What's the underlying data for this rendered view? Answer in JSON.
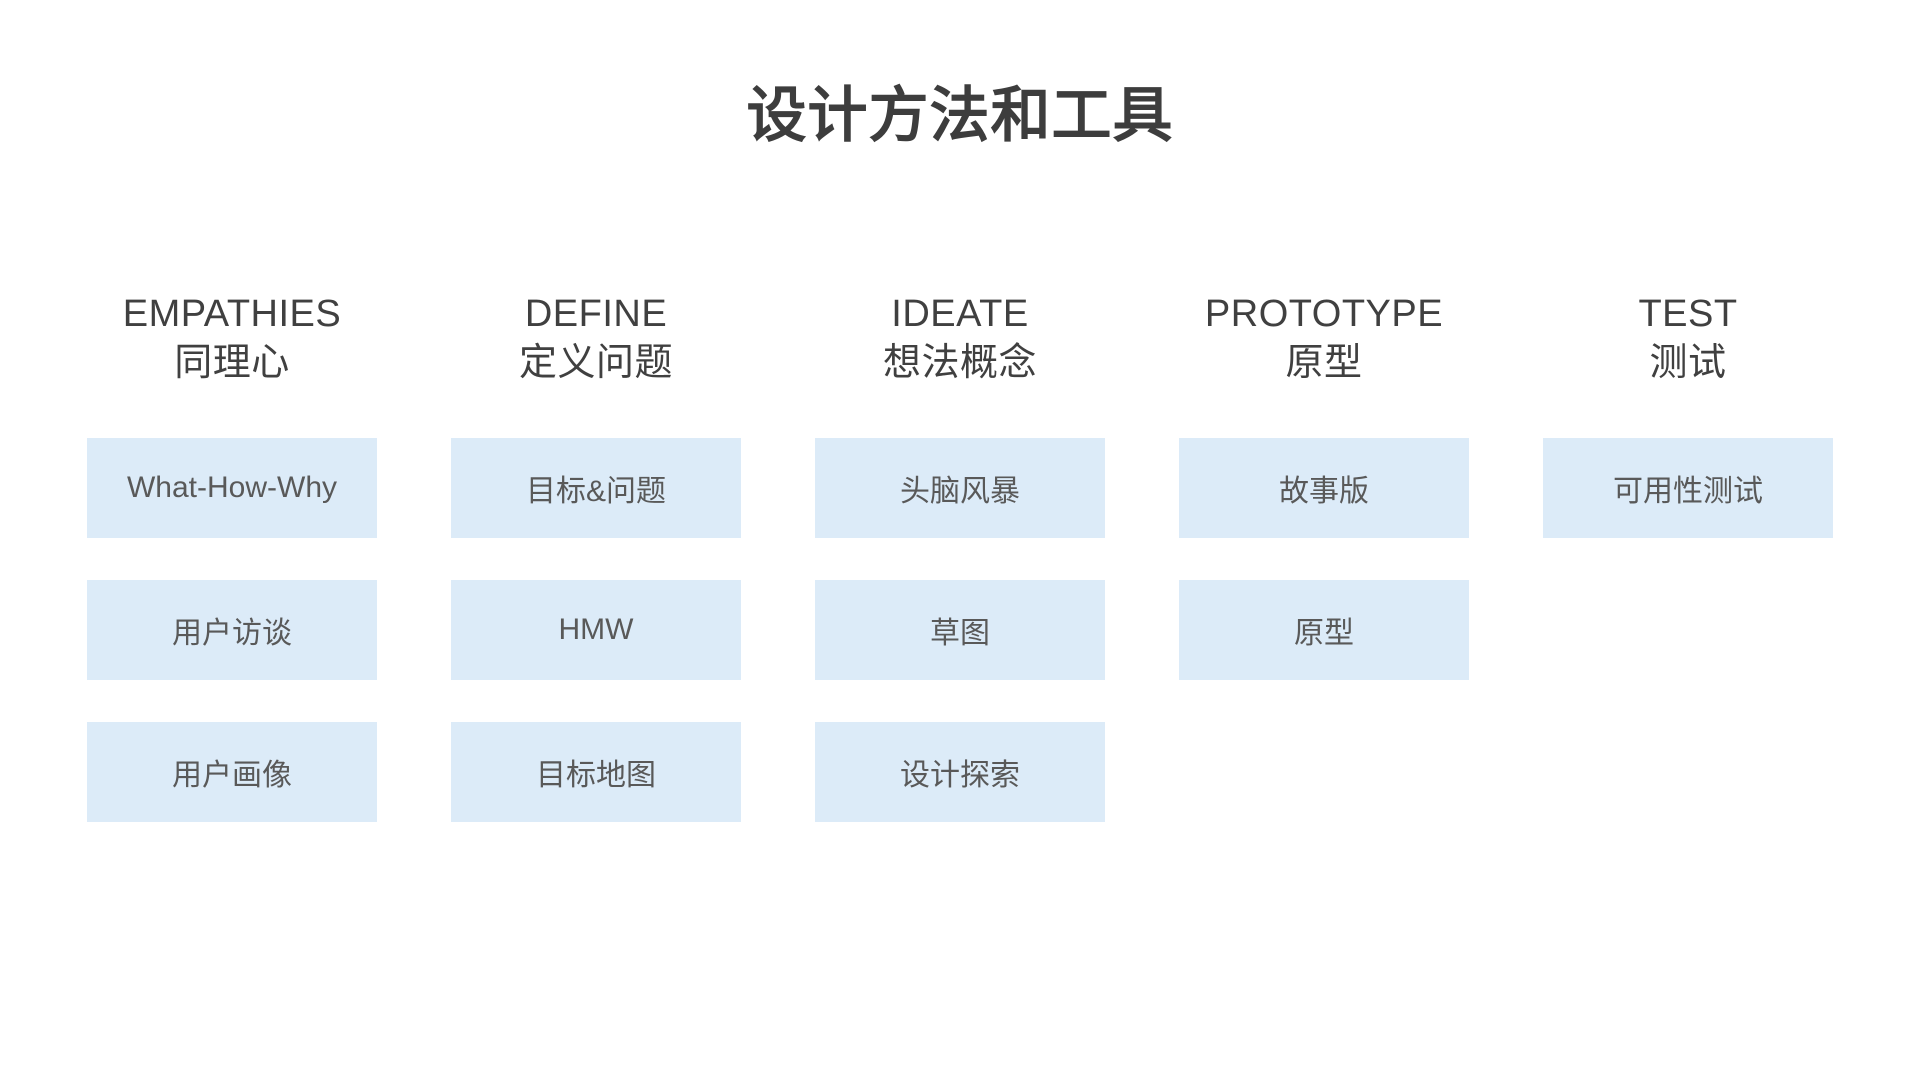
{
  "page": {
    "title": "设计方法和工具"
  },
  "colors": {
    "page_bg": "#ffffff",
    "box_fill": "#dcebf8",
    "title_text": "#3d3d3d",
    "header_text": "#404040",
    "cell_text": "#595959"
  },
  "columns": [
    {
      "en": "EMPATHIES",
      "zh": "同理心",
      "items": [
        "What-How-Why",
        "用户访谈",
        "用户画像"
      ]
    },
    {
      "en": "DEFINE",
      "zh": "定义问题",
      "items": [
        "目标&问题",
        "HMW",
        "目标地图"
      ]
    },
    {
      "en": "IDEATE",
      "zh": "想法概念",
      "items": [
        "头脑风暴",
        "草图",
        "设计探索"
      ]
    },
    {
      "en": "PROTOTYPE",
      "zh": "原型",
      "items": [
        "故事版",
        "原型"
      ]
    },
    {
      "en": "TEST",
      "zh": "测试",
      "items": [
        "可用性测试"
      ]
    }
  ]
}
